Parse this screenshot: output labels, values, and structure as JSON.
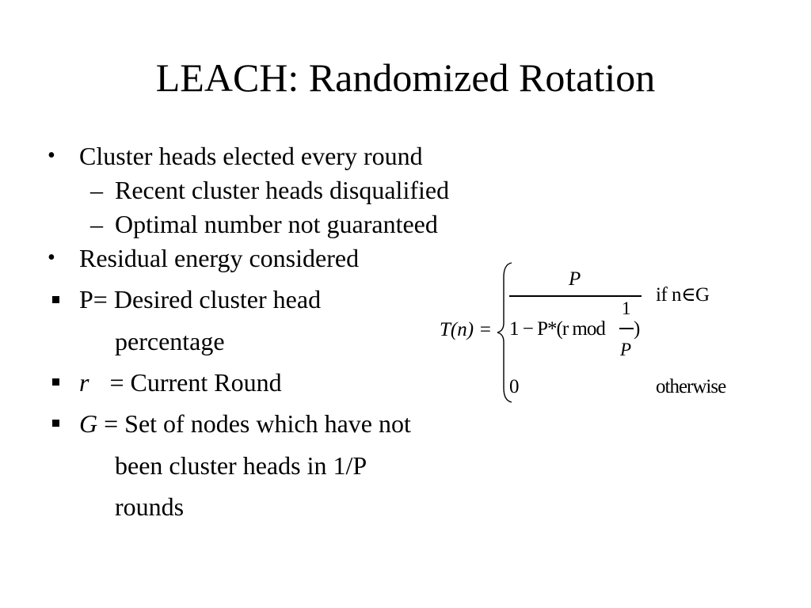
{
  "slide": {
    "title": "LEACH: Randomized Rotation",
    "bullets": [
      {
        "text": "Cluster heads elected every round"
      },
      {
        "text": "Recent cluster heads disqualified"
      },
      {
        "text": "Optimal number not guaranteed"
      },
      {
        "text": "Residual energy considered"
      },
      {
        "text": "P=  Desired cluster head",
        "cont": "percentage"
      },
      {
        "symbol": "r",
        "text": " = Current Round"
      },
      {
        "symbol": "G",
        "text": " = Set of nodes which have not",
        "cont1": "been cluster heads in 1/P",
        "cont2": "rounds"
      }
    ],
    "bullet_glyphs": {
      "dot": "•",
      "dash": "–"
    }
  },
  "formula": {
    "lhs": "T(n) =",
    "top_numerator": "P",
    "denom_prefix": "1 − P*(r mod",
    "inner_num": "1",
    "inner_den": "P",
    "denom_suffix": ")",
    "cond1": "if n∈G",
    "zero": "0",
    "cond2": "otherwise"
  }
}
